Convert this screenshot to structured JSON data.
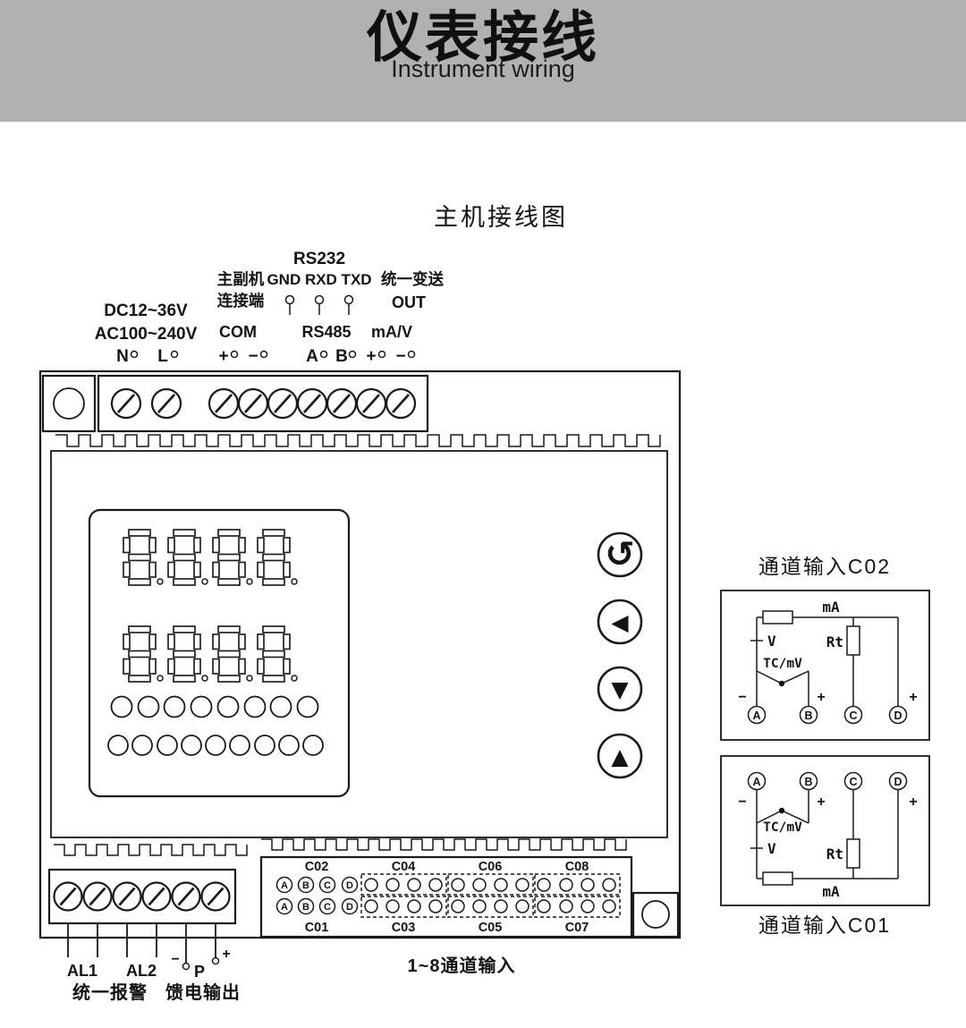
{
  "colors": {
    "header_bg": "#b1b1b1",
    "ink": "#131313"
  },
  "header": {
    "title": "仪表接线",
    "subtitle": "Instrument wiring"
  },
  "diagram": {
    "title": "主机接线图",
    "power": {
      "dc": "DC12~36V",
      "ac": "AC100~240V"
    },
    "rs232": {
      "label": "RS232",
      "pins": "GND RXD TXD"
    },
    "link": {
      "line1": "主副机",
      "line2": "连接端",
      "com": "COM"
    },
    "transmit": {
      "line1": "统一变送",
      "line2": "OUT",
      "ma_v": "mA/V"
    },
    "rs485": "RS485",
    "terminals": [
      "N",
      "L",
      "+",
      "−",
      "A",
      "B",
      "+",
      "−"
    ],
    "buttons": {
      "cycle": "↺",
      "left": "◀",
      "down": "▼",
      "up": "▲"
    },
    "bottom": {
      "al1": "AL1",
      "al2": "AL2",
      "p": "P",
      "minus": "−",
      "plus": "+",
      "alarm": "统一报警",
      "feed": "馈电输出",
      "channels_note": "1~8通道输入",
      "channels_top": [
        "C02",
        "C04",
        "C06",
        "C08"
      ],
      "channels_bottom": [
        "C01",
        "C03",
        "C05",
        "C07"
      ],
      "pins": [
        "A",
        "B",
        "C",
        "D"
      ]
    }
  },
  "channel_boxes": {
    "c02": {
      "title": "通道输入C02",
      "ma": "mA",
      "rt": "Rt",
      "v": "V",
      "tc": "TC/mV",
      "minus": "−",
      "plus": "+",
      "plus_d": "+",
      "terminals": [
        "A",
        "B",
        "C",
        "D"
      ]
    },
    "c01": {
      "title": "通道输入C01",
      "ma": "mA",
      "rt": "Rt",
      "v": "V",
      "tc": "TC/mV",
      "minus": "−",
      "plus": "+",
      "plus_d": "+",
      "terminals": [
        "A",
        "B",
        "C",
        "D"
      ]
    }
  }
}
